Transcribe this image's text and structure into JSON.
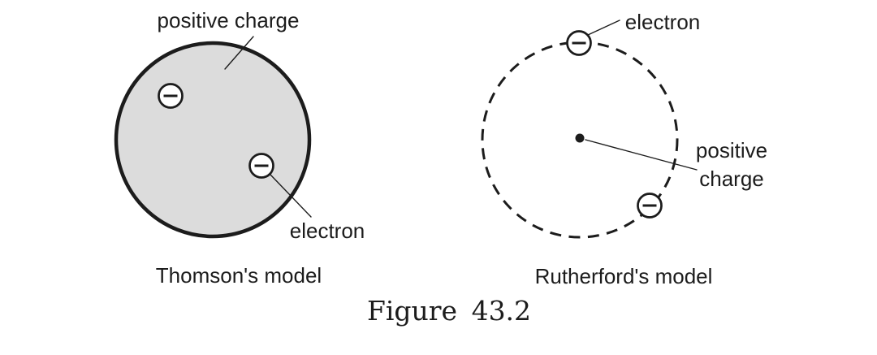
{
  "figure": {
    "caption": "Figure 43.2"
  },
  "thomson": {
    "caption": "Thomson's model",
    "positive_charge_label": "positive charge",
    "electron_label": "electron"
  },
  "rutherford": {
    "caption": "Rutherford's model",
    "electron_label": "electron",
    "positive_charge_label": "positive charge"
  },
  "colors": {
    "ink": "#1c1c1c",
    "sphere_fill": "#dcdcdc",
    "background": "#ffffff"
  }
}
